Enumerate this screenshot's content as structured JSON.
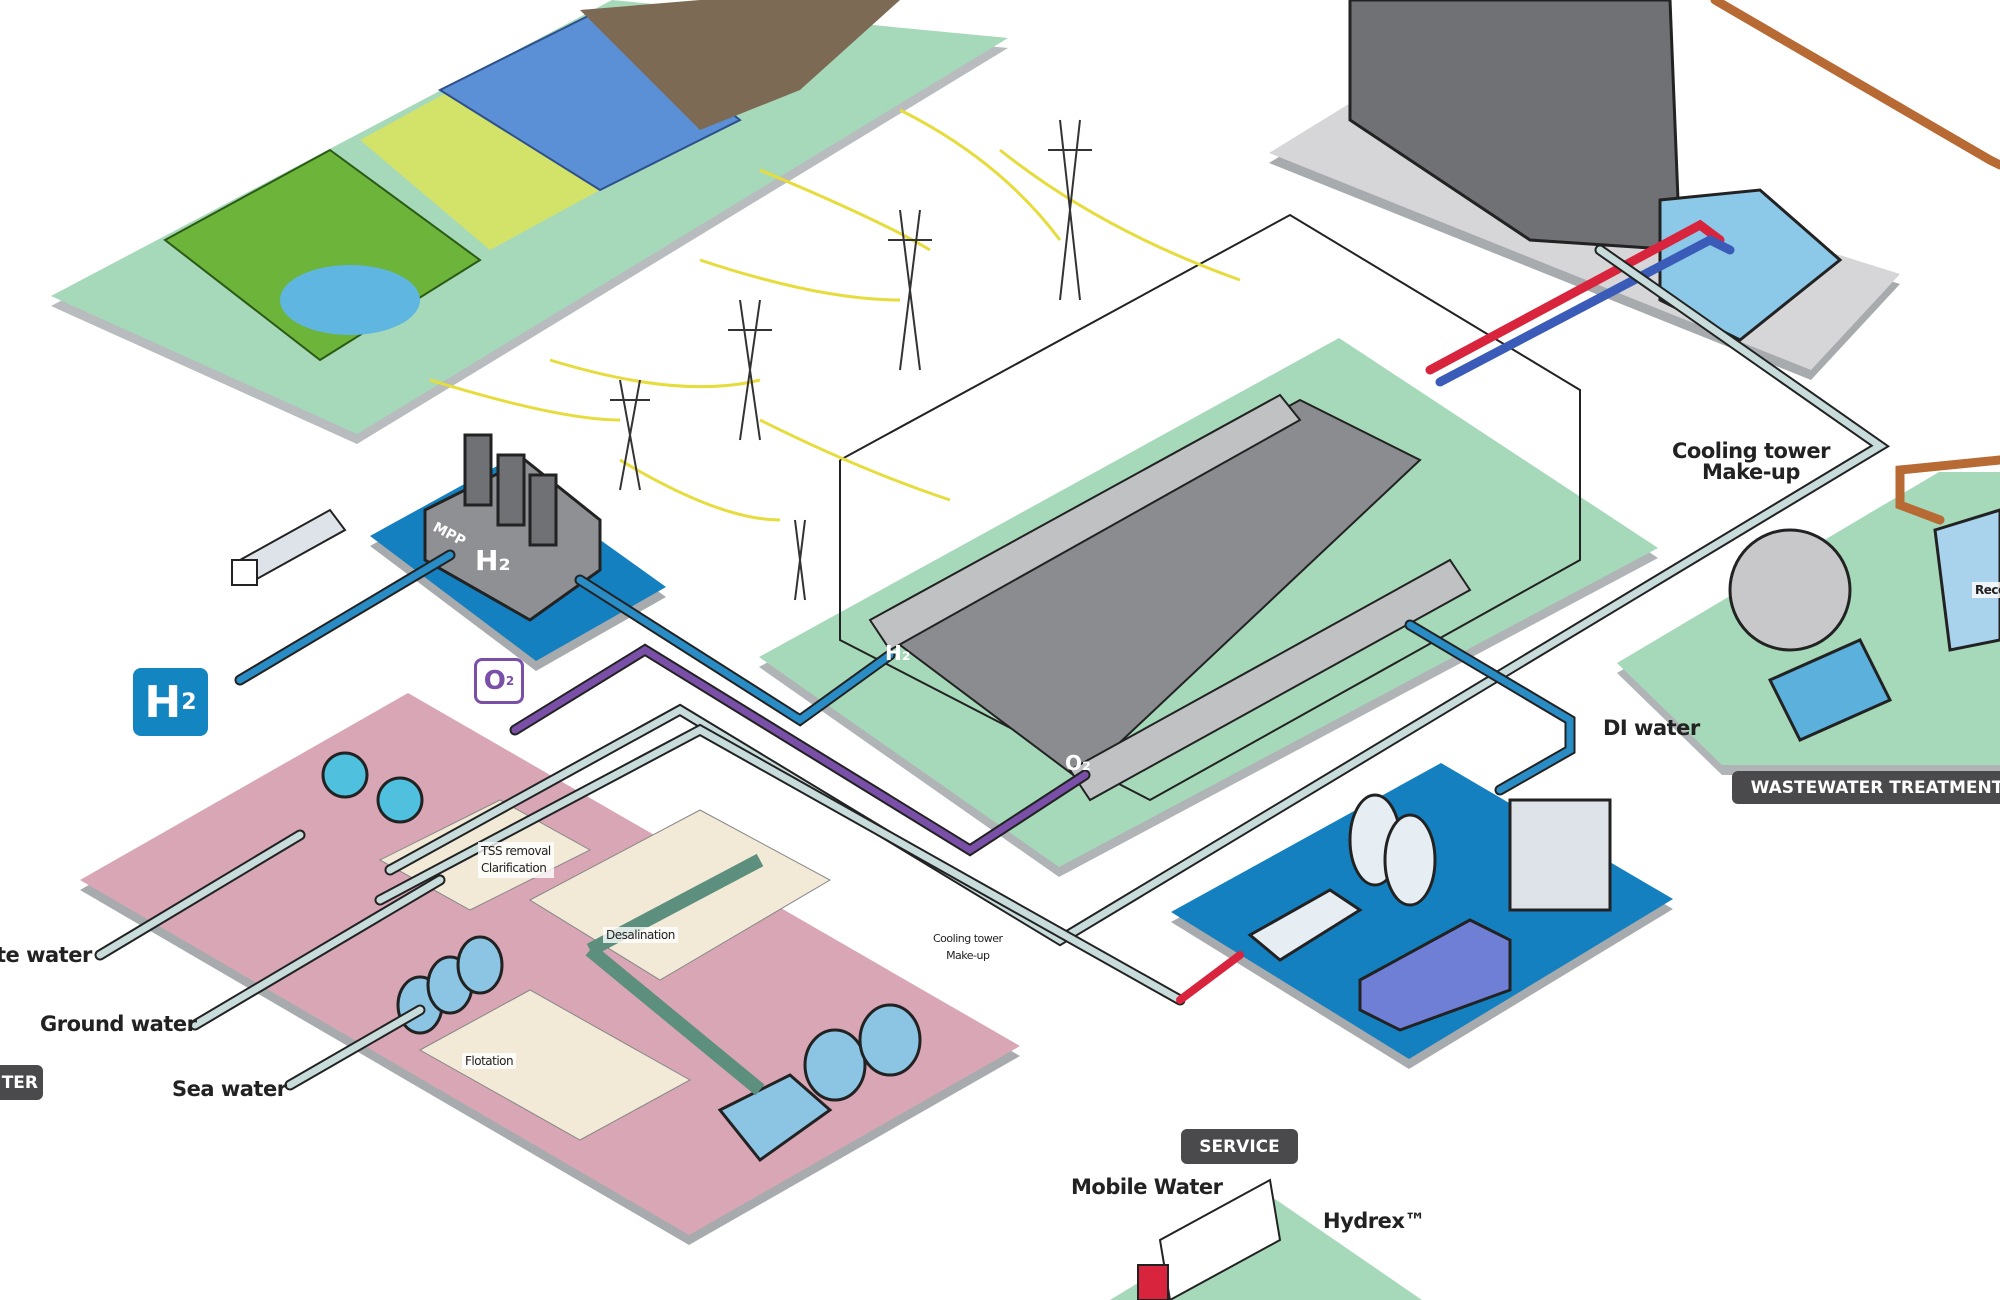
{
  "labels": {
    "cooling_tower_makeup_right": [
      "Cooling tower",
      "Make-up"
    ],
    "cooling_tower_makeup_small": [
      "Cooling tower",
      "Make-up"
    ],
    "di_water": "DI water",
    "recovery_partial": "Reco",
    "tss_removal": [
      "TSS removal",
      "Clarification"
    ],
    "desalination": "Desalination",
    "flotation": "Flotation",
    "waste_water_partial": "te water",
    "ground_water": "Ground water",
    "sea_water": "Sea water",
    "mobile_water": "Mobile Water",
    "hydrex": "Hydrex™"
  },
  "badges": {
    "wastewater_treatment": "WASTEWATER TREATMENT",
    "service": "SERVICE",
    "water_partial": "TER"
  },
  "chemicals": {
    "h2": {
      "main": "H",
      "sub": "2",
      "color": "#1385c1"
    },
    "o2": {
      "main": "O",
      "sub": "2",
      "color": "#7a4fa8"
    },
    "mpp_label": "MPP",
    "mpp_h2": "H₂",
    "electrolyzer_h2": "H₂",
    "electrolyzer_o2": "O₂"
  },
  "colors": {
    "green_platform": "#a6d9b9",
    "pink_platform": "#d9a6b5",
    "blue_platform": "#1580c0",
    "grey_platform": "#d6d6d8",
    "power_cable": "#e6dc3c",
    "h2_pipe": "#2a8cc4",
    "o2_pipe": "#7a4fa8",
    "water_pipe": "#c8dcdc",
    "hot_pipe": "#d8243c",
    "cold_pipe": "#3a5cb8",
    "waste_pipe": "#b86a34"
  }
}
